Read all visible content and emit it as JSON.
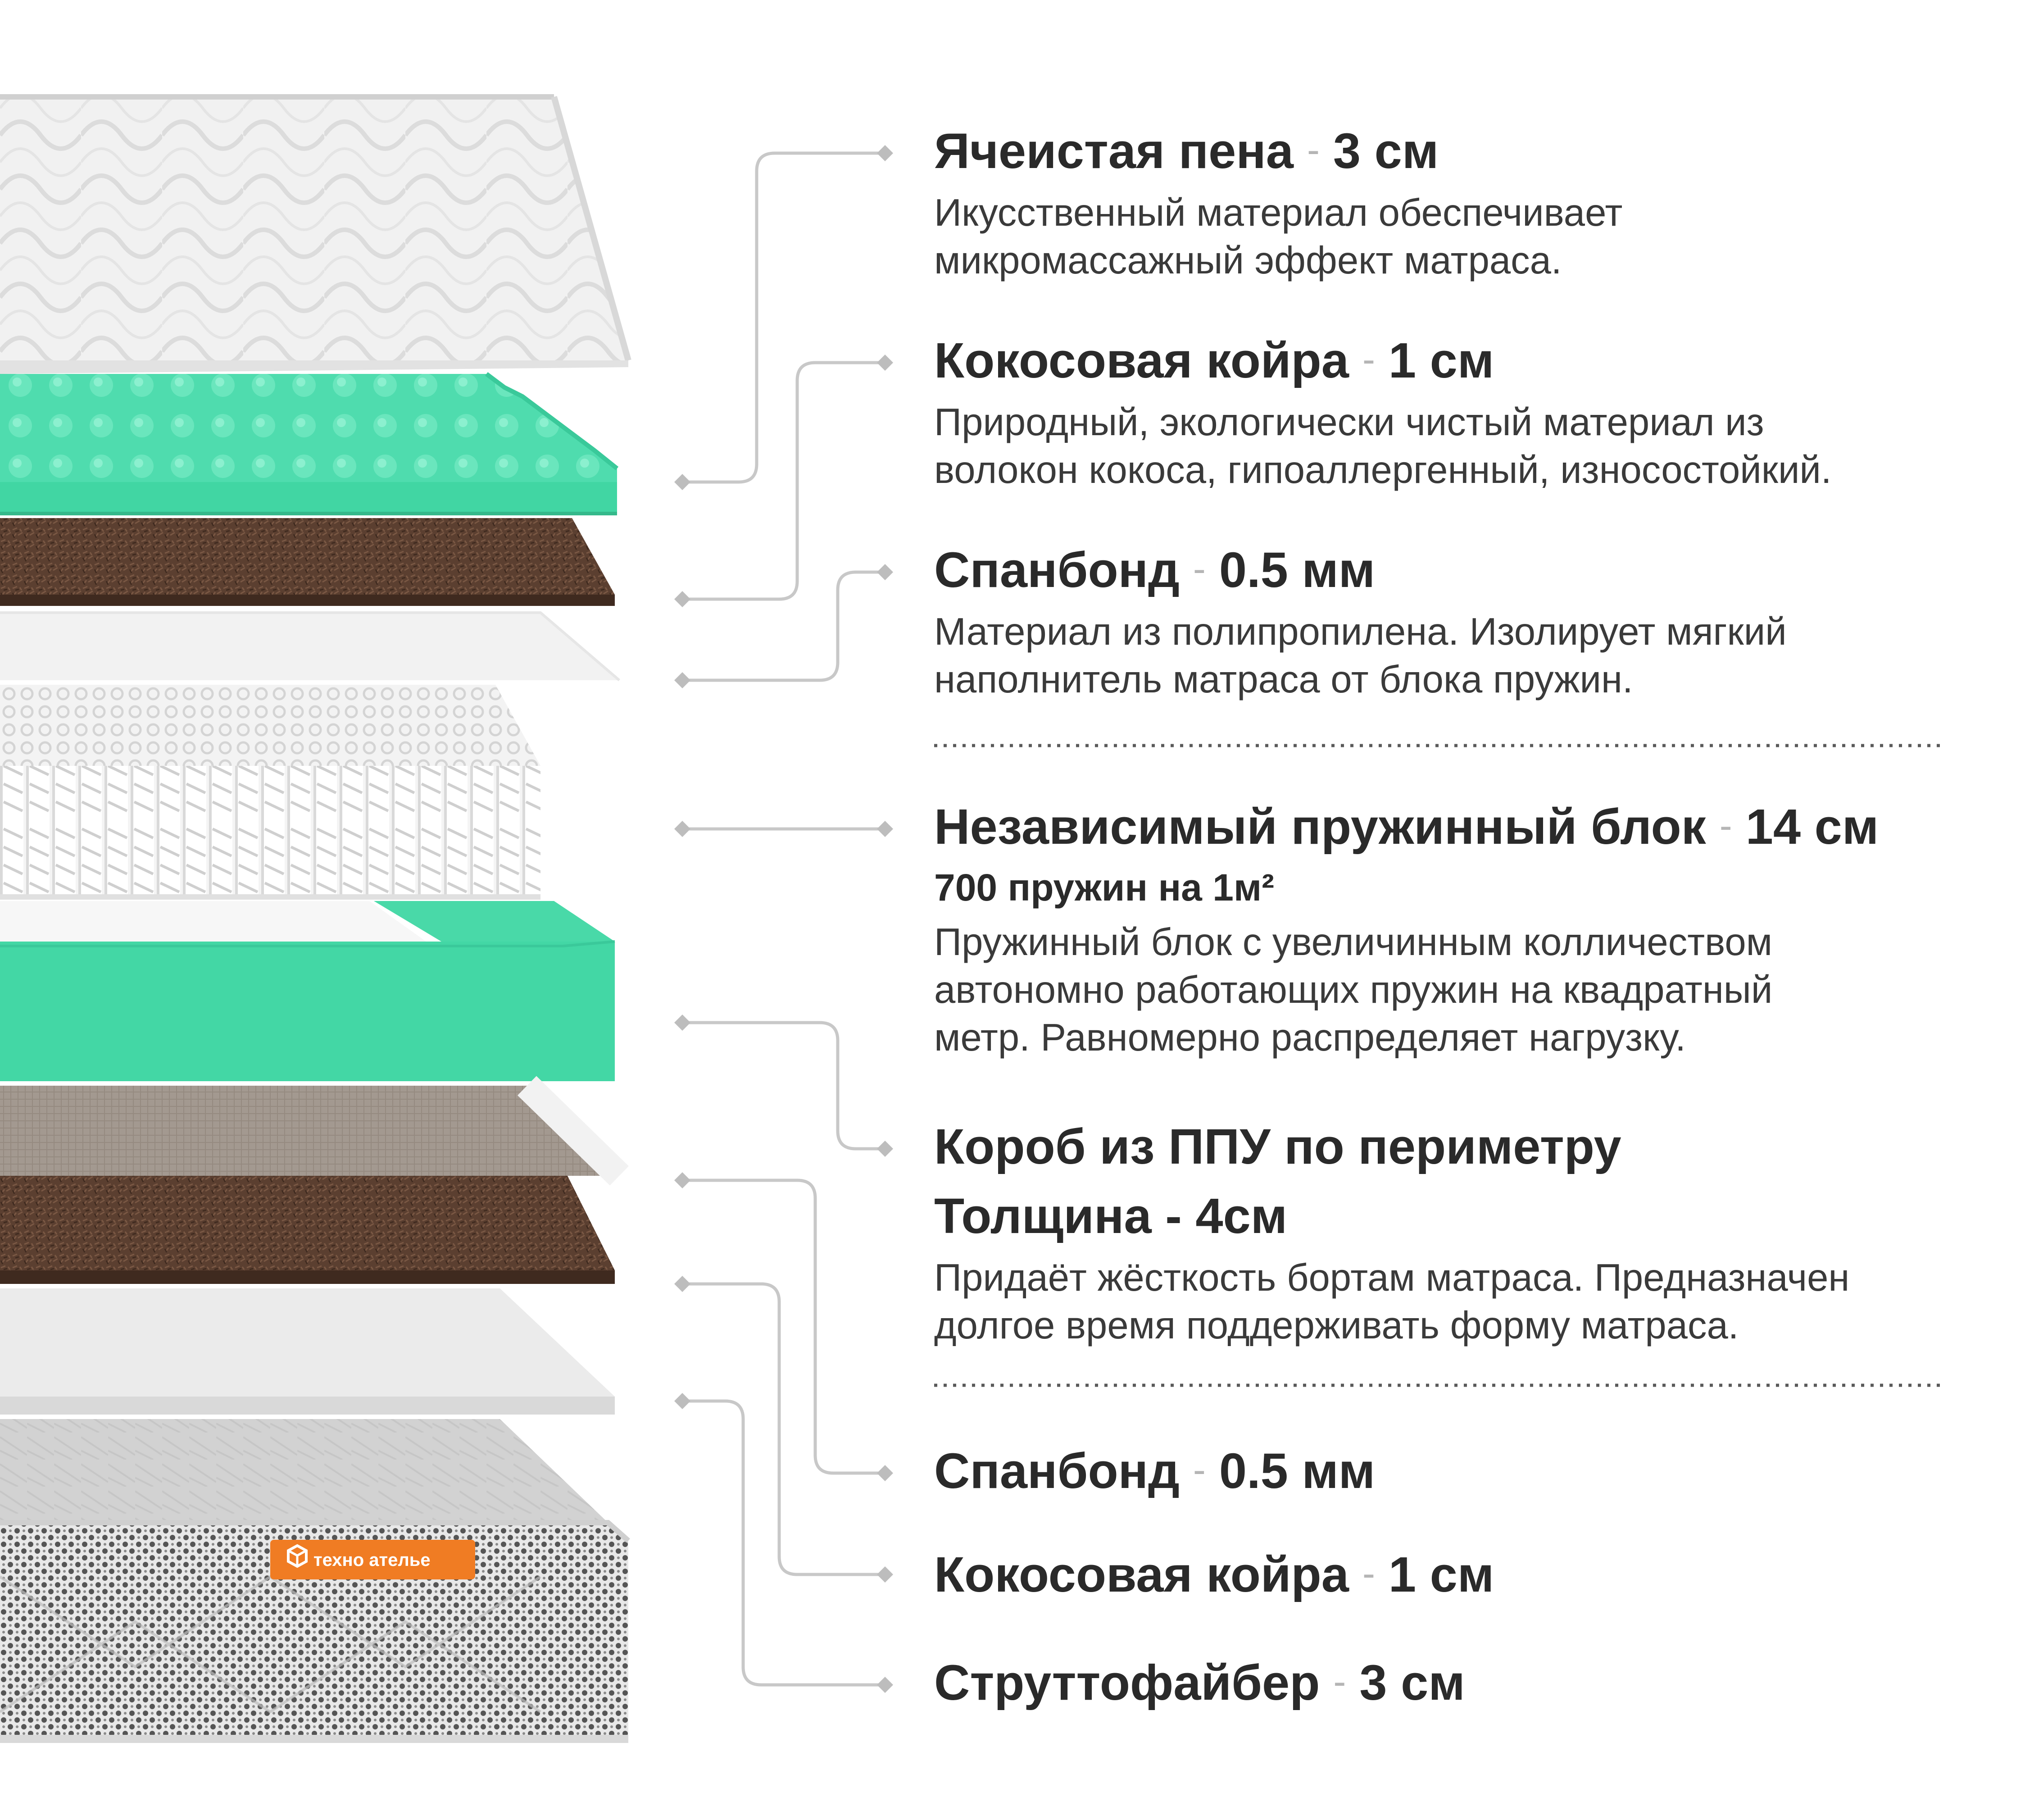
{
  "colors": {
    "foam_green": "#4fdcae",
    "coir_brown": "#5a3e2f",
    "line_gray": "#c4c4c4",
    "text_dark": "#2a2a2a",
    "brand_orange": "#f07c23"
  },
  "brand": {
    "label": "техно ателье",
    "icon": "cube-logo-icon"
  },
  "layers": [
    {
      "name": "Ячеистая пена",
      "thickness": "3 см",
      "description": "Икусственный материал обеспечивает\nмикромассажный эффект матраса."
    },
    {
      "name": "Кокосовая койра",
      "thickness": "1 см",
      "description": "Природный, экологически чистый материал из\nволокон кокоса, гипоаллергенный, износостойкий."
    },
    {
      "name": "Спанбонд",
      "thickness": "0.5 мм",
      "description": "Материал из полипропилена. Изолирует мягкий\nнаполнитель матраса от блока пружин."
    },
    {
      "name": "Независимый пружинный блок",
      "thickness": "14 см",
      "subtitle": "700 пружин на 1м²",
      "description": "Пружинный блок с увеличинным колличеством\nавтономно работающих пружин на квадратный\nметр. Равномерно распределяет нагрузку."
    },
    {
      "name": "Короб из ППУ по периметру",
      "subtitle": "Толщина - 4см",
      "description": "Придаёт жёсткость бортам матраса. Предназначен\nдолгое время поддерживать форму матраса."
    },
    {
      "name": "Спанбонд",
      "thickness": "0.5 мм"
    },
    {
      "name": "Кокосовая койра",
      "thickness": "1 см"
    },
    {
      "name": "Струттофайбер",
      "thickness": "3 см"
    }
  ],
  "dash": "-"
}
